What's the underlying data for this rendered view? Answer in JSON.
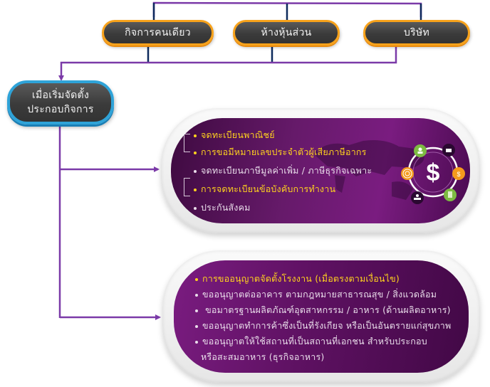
{
  "diagram": {
    "business_types": [
      {
        "label": "กิจการคนเดียว"
      },
      {
        "label": "ห้างหุ้นส่วน"
      },
      {
        "label": "บริษัท"
      }
    ],
    "start_node": {
      "line1": "เมื่อเริ่มจัดตั้ง",
      "line2": "ประกอบกิจการ"
    },
    "panel_registration": {
      "items": [
        {
          "text": "จดทะเบียนพาณิชย์",
          "color": "yellow"
        },
        {
          "text": "การขอมีหมายเลขประจำตัวผู้เสียภาษีอากร",
          "color": "yellow"
        },
        {
          "text": "จดทะเบียนภาษีมูลค่าเพิ่ม / ภาษีธุรกิจเฉพาะ",
          "color": "white"
        },
        {
          "text": "การจดทะเบียนข้อบังคับการทำงาน",
          "color": "yellow"
        },
        {
          "text": "ประกันสังคม",
          "color": "white"
        }
      ],
      "icons": [
        "dollar-icon",
        "user-icon",
        "bank-icon",
        "coin-icon",
        "document-icon",
        "people-icon",
        "target-icon"
      ]
    },
    "panel_permits": {
      "items": [
        {
          "text": "การขออนุญาตจัดตั้งโรงงาน (เมื่อตรงตามเงื่อนไข)",
          "color": "yellow"
        },
        {
          "text": "ขออนุญาตต่ออาคาร ตามกฎหมายสาธารณสุข / สิ่งแวดล้อม",
          "color": "white"
        },
        {
          "text": " ขอมาตรฐานผลิตภัณฑ์อุตสาหกรรม / อาหาร (ด้านผลิตอาหาร)",
          "color": "white"
        },
        {
          "text": "ขออนุญาตทำการค้าซึ่งเป็นที่รังเกียจ หรือเป็นอันตรายแก่สุขภาพ",
          "color": "white"
        },
        {
          "text": "ขออนุญาตให้ใช้สถานที่เป็นสถานที่เอกชน สำหรับประกอบ",
          "color": "white"
        },
        {
          "text": "หรือสะสมอาหาร (ธุรกิจอาหาร)",
          "color": "white"
        }
      ]
    },
    "colors": {
      "connector_purple": "#7b3aa8",
      "connector_navy": "#0d2a5c",
      "pill_border_orange": "#f7a21b",
      "pill_border_blue": "#2fa3d8",
      "panel_purple": "#661a6a",
      "text_yellow": "#ffd21e"
    }
  }
}
